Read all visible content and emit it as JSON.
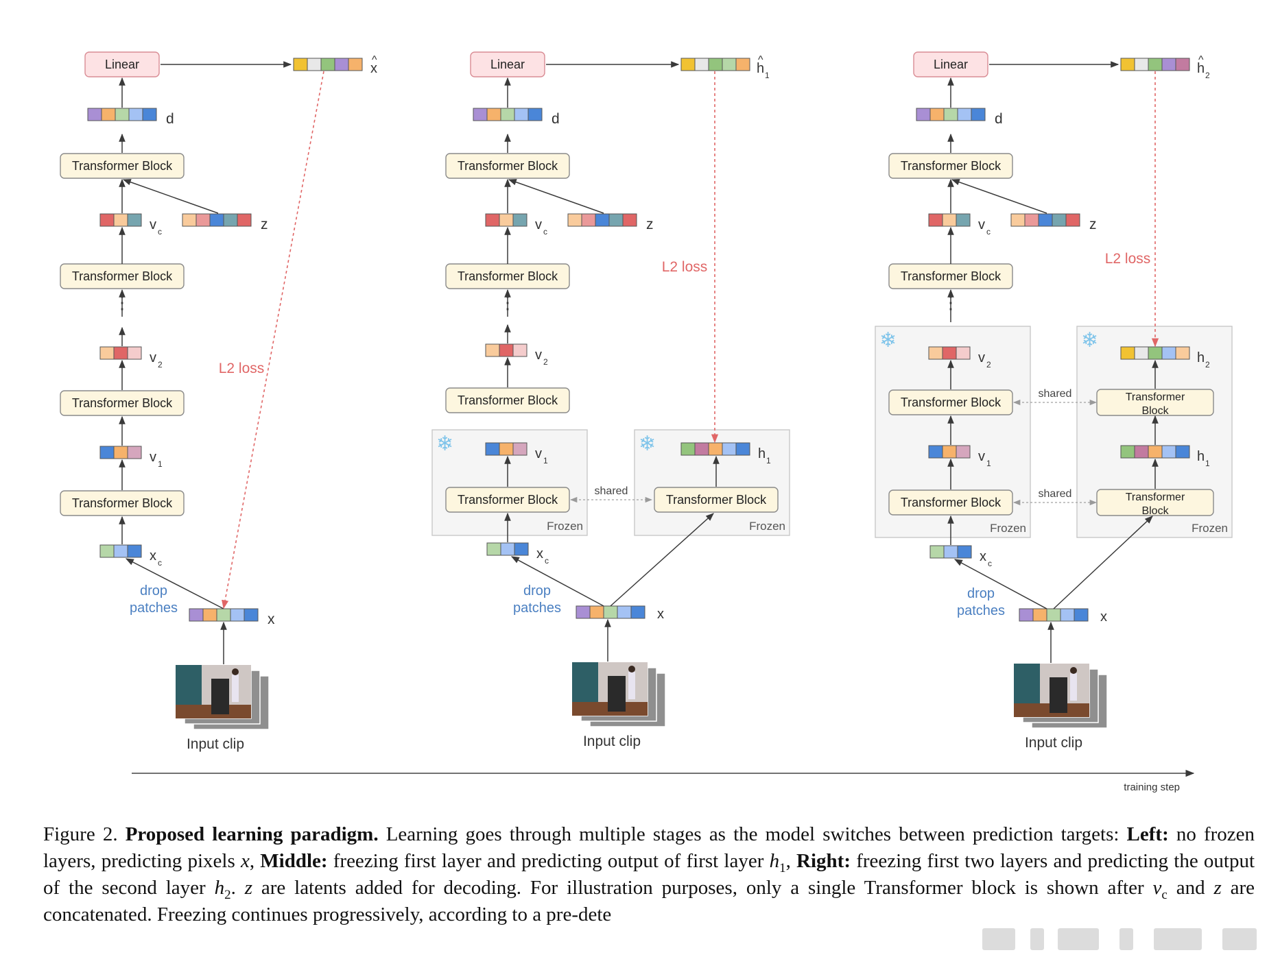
{
  "colors": {
    "linear_fill": "#fde2e4",
    "linear_stroke": "#d98c94",
    "block_fill": "#fdf6df",
    "block_stroke": "#8a8a8a",
    "frozen_fill": "#f5f5f5",
    "frozen_stroke": "#c8c8c8",
    "loss": "#e06666",
    "drop": "#4a7fc1",
    "arrow": "#3a3a3a",
    "token": {
      "yellow": "#f1c232",
      "grey": "#e8e8e8",
      "green": "#93c47d",
      "purple": "#a98fd4",
      "orange": "#f6b26b",
      "blue": "#4a86d8",
      "lightblue": "#a4c2f4",
      "red": "#e06666",
      "peach": "#f9cb9c",
      "teal": "#76a5af",
      "pink": "#d5a6bd",
      "lightpink": "#f4cccc",
      "salmon": "#ea9999",
      "ltgreen": "#b6d7a8",
      "mag": "#c27ba0"
    }
  },
  "labels": {
    "linear": "Linear",
    "transformer_block": "Transformer Block",
    "transformer": "Transformer",
    "block": "Block",
    "frozen": "Frozen",
    "shared": "shared",
    "l2_loss": "L2 loss",
    "drop": "drop",
    "patches": "patches",
    "input_clip": "Input clip",
    "training_step": "training step",
    "ellipsis": "⋮",
    "snowflake": "❄",
    "d": "d",
    "z": "z",
    "x": "x",
    "v": "v",
    "h": "h",
    "sub_c": "c",
    "sub_1": "1",
    "sub_2": "2",
    "hat": "^"
  },
  "panels": [
    {
      "name": "left-panel",
      "target_main": "x",
      "target_sub": "",
      "target_hat": true
    },
    {
      "name": "middle-panel",
      "target_main": "h",
      "target_sub": "1",
      "target_hat": true
    },
    {
      "name": "right-panel",
      "target_main": "h",
      "target_sub": "2",
      "target_hat": true
    }
  ],
  "caption": {
    "fig_label": "Figure 2.",
    "title": "Proposed learning paradigm.",
    "t1": "Learning goes through multiple stages as the model switches between prediction targets:",
    "left_b": "Left:",
    "t2": "no frozen layers, predicting pixels",
    "var_x": "x",
    "t3": ",",
    "middle_b": "Middle:",
    "t4": "freezing first layer and predicting output of first layer",
    "var_h": "h",
    "sub_1": "1",
    "t5": ",",
    "right_b": "Right:",
    "t6": "freezing first two layers and predicting the output of the second layer",
    "sub_2": "2",
    "t7": ".",
    "var_z": "z",
    "t8": "are latents added for decoding. For illustration purposes, only a single Transformer block is shown after",
    "var_v": "v",
    "sub_c": "c",
    "t9": "and",
    "t10": "are concatenated. Freezing continues progressively, according to a pre-dete"
  }
}
